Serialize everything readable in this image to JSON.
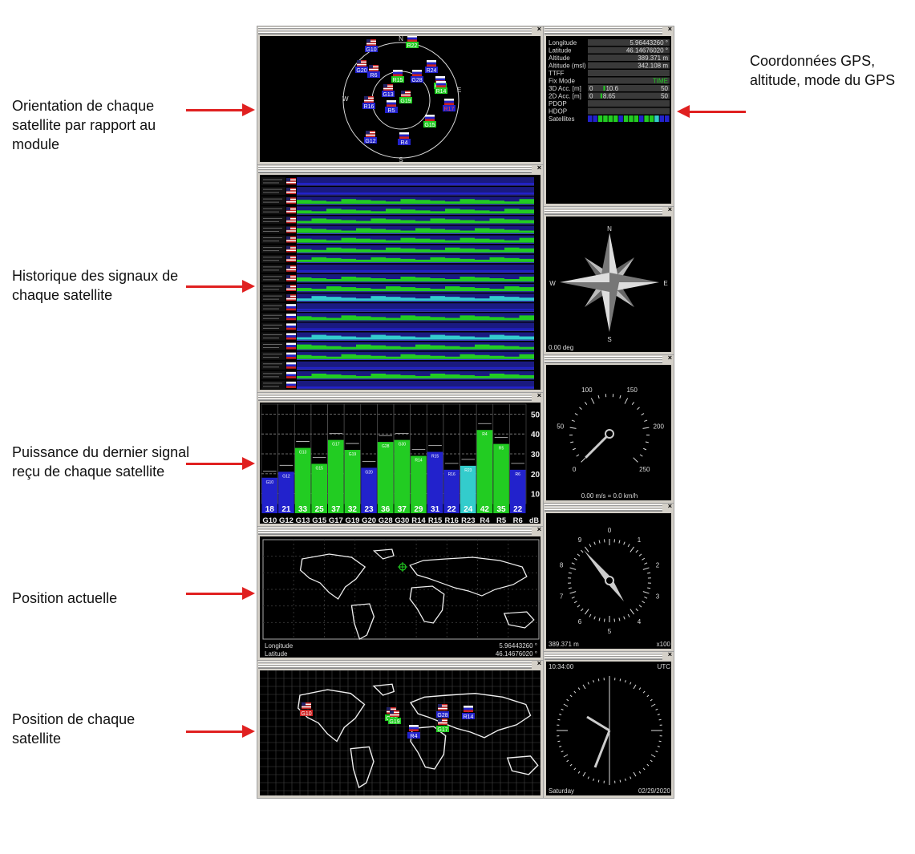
{
  "annotations": {
    "orientation": "Orientation de chaque satellite par rapport au module",
    "history": "Historique des signaux de chaque satellite",
    "power": "Puissance du dernier signal reçu de chaque satellite",
    "position": "Position actuelle",
    "sat_position": "Position de chaque satellite",
    "gps_coords": "Coordonnées GPS, altitude, mode du GPS"
  },
  "sky": {
    "cardinals": {
      "n": "N",
      "e": "E",
      "s": "S",
      "w": "W"
    },
    "satellites": [
      {
        "id": "G10",
        "flag": "us"
      },
      {
        "id": "R22",
        "flag": "ru"
      },
      {
        "id": "G20",
        "flag": "us"
      },
      {
        "id": "R6",
        "flag": "us"
      },
      {
        "id": "R15",
        "flag": "ru"
      },
      {
        "id": "G28",
        "flag": "ru"
      },
      {
        "id": "R24",
        "flag": "ru"
      },
      {
        "id": "G30",
        "flag": "ru"
      },
      {
        "id": "R16",
        "flag": "us"
      },
      {
        "id": "G13",
        "flag": "us"
      },
      {
        "id": "G19",
        "flag": "us"
      },
      {
        "id": "R5",
        "flag": "ru"
      },
      {
        "id": "R17",
        "flag": "ru"
      },
      {
        "id": "G15",
        "flag": "ru"
      },
      {
        "id": "G12",
        "flag": "us"
      },
      {
        "id": "R4",
        "flag": "ru"
      },
      {
        "id": "R14",
        "flag": "ru"
      }
    ]
  },
  "info": {
    "rows": [
      {
        "label": "Longitude",
        "value": "5.96443260 °"
      },
      {
        "label": "Latitude",
        "value": "46.14676020 °"
      },
      {
        "label": "Altitude",
        "value": "389.371 m"
      },
      {
        "label": "Altitude (msl)",
        "value": "342.108 m"
      },
      {
        "label": "TTFF",
        "value": ""
      },
      {
        "label": "Fix Mode",
        "value": "TIME"
      }
    ],
    "acc3d": {
      "label": "3D Acc. [m]",
      "min": "0",
      "value": "10.6",
      "max": "50"
    },
    "acc2d": {
      "label": "2D Acc. [m]",
      "min": "0",
      "value": "8.65",
      "max": "50"
    },
    "pdop_label": "PDOP",
    "hdop_label": "HDOP",
    "satellites_label": "Satellites"
  },
  "compass": {
    "n": "N",
    "e": "E",
    "s": "S",
    "w": "W",
    "readout": "0.00 deg"
  },
  "speed": {
    "ticks": [
      "0",
      "50",
      "100",
      "150",
      "200",
      "250"
    ],
    "readout": "0.00 m/s = 0.0 km/h",
    "value": 0
  },
  "altimeter": {
    "ticks": [
      "0",
      "1",
      "2",
      "3",
      "4",
      "5",
      "6",
      "7",
      "8",
      "9"
    ],
    "readout": "389.371 m",
    "scale": "x100"
  },
  "clock": {
    "time": "10:34:00",
    "zone": "UTC",
    "day": "Saturday",
    "date": "02/29/2020"
  },
  "chart_data": {
    "type": "bar",
    "categories": [
      "G10",
      "G12",
      "G13",
      "G15",
      "G17",
      "G19",
      "G20",
      "G28",
      "G30",
      "R14",
      "R15",
      "R16",
      "R23",
      "R4",
      "R5",
      "R6"
    ],
    "values": [
      18,
      21,
      33,
      25,
      37,
      32,
      23,
      36,
      37,
      29,
      31,
      22,
      24,
      42,
      35,
      22
    ],
    "unit": "dB",
    "ylim": [
      5,
      55
    ],
    "yticks": [
      10,
      20,
      30,
      40,
      50
    ]
  },
  "map": {
    "longitude_label": "Longitude",
    "longitude": "5.96443260 °",
    "latitude_label": "Latitude",
    "latitude": "46.14676020 °"
  },
  "satmap": {
    "satellites": [
      "G10",
      "G13",
      "G28",
      "G19",
      "R4",
      "G17",
      "R14"
    ]
  },
  "colors": {
    "weak": "#2222cc",
    "strong": "#22cc22",
    "mid": "#33cccc"
  }
}
